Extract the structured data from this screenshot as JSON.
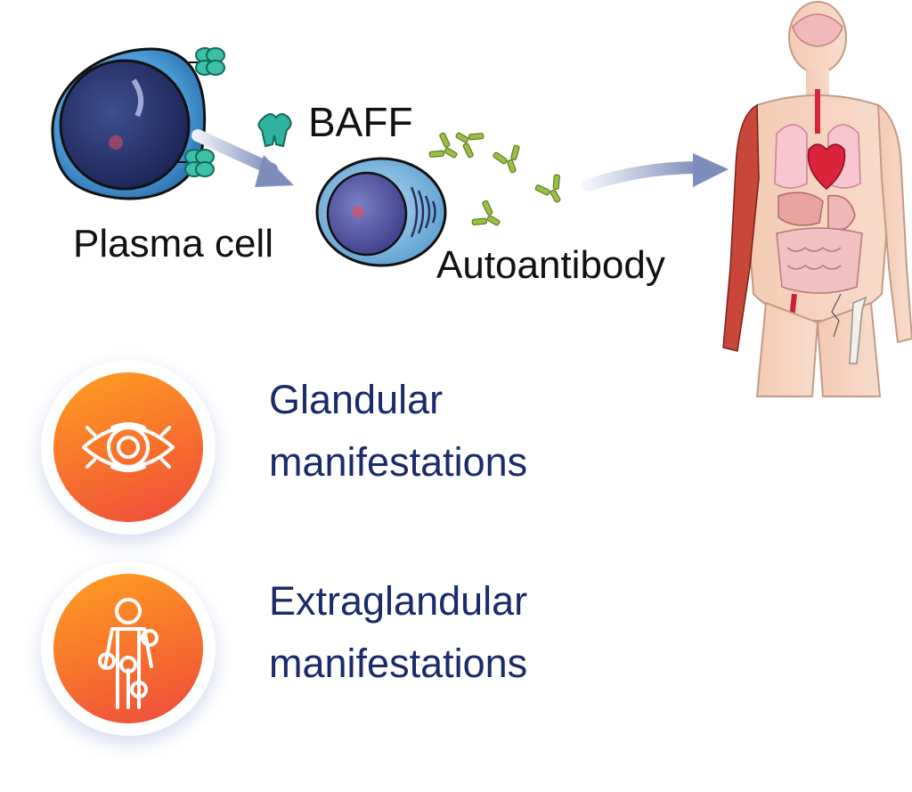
{
  "diagram": {
    "labels": {
      "baff": "BAFF",
      "plasma_cell": "Plasma cell",
      "autoantibody": "Autoantibody"
    }
  },
  "manifestations": [
    {
      "line1": "Glandular",
      "line2": "manifestations",
      "icon": "eye-icon"
    },
    {
      "line1": "Extraglandular",
      "line2": "manifestations",
      "icon": "body-joints-icon"
    }
  ],
  "colors": {
    "heading_navy": "#1b2a6b",
    "badge_orange": "#f7702e",
    "badge_red": "#ee4a3d",
    "antibody_green": "#8fb33a",
    "baff_teal": "#2fb3a0",
    "cell_blue": "#4a86c8"
  }
}
